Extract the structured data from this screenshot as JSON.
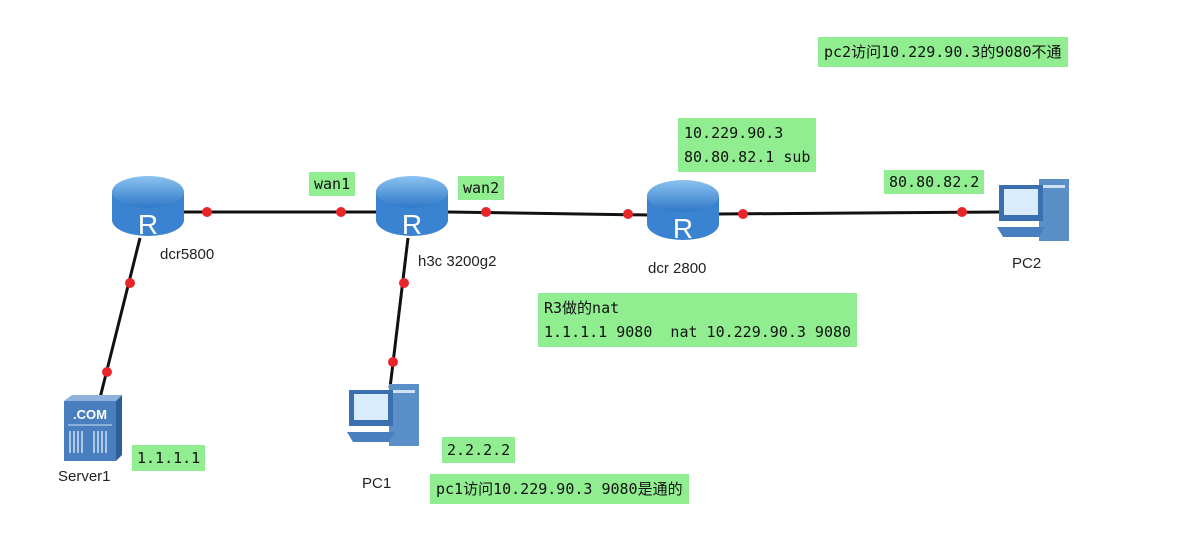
{
  "devices": {
    "r1": {
      "label": "dcr5800",
      "glyph": "R"
    },
    "r2": {
      "label": "h3c 3200g2",
      "glyph": "R"
    },
    "r3": {
      "label": "dcr 2800",
      "glyph": "R"
    },
    "pc1": {
      "label": "PC1"
    },
    "pc2": {
      "label": "PC2"
    },
    "server1": {
      "label": "Server1",
      "glyph": ".COM"
    }
  },
  "notes": {
    "pc2_fail": "pc2访问10.229.90.3的9080不通",
    "r3_addr": "10.229.90.3\n80.80.82.1 sub",
    "wan1": "wan1",
    "wan2": "wan2",
    "pc2_ip": "80.80.82.2",
    "nat": "R3做的nat\n1.1.1.1 9080  nat 10.229.90.3 9080",
    "server_ip": "1.1.1.1",
    "pc1_ip": "2.2.2.2",
    "pc1_ok": "pc1访问10.229.90.3 9080是通的"
  },
  "colors": {
    "note_bg": "#90ee90",
    "port_dot": "#e8262a",
    "device_blue": "#4a90d9"
  }
}
